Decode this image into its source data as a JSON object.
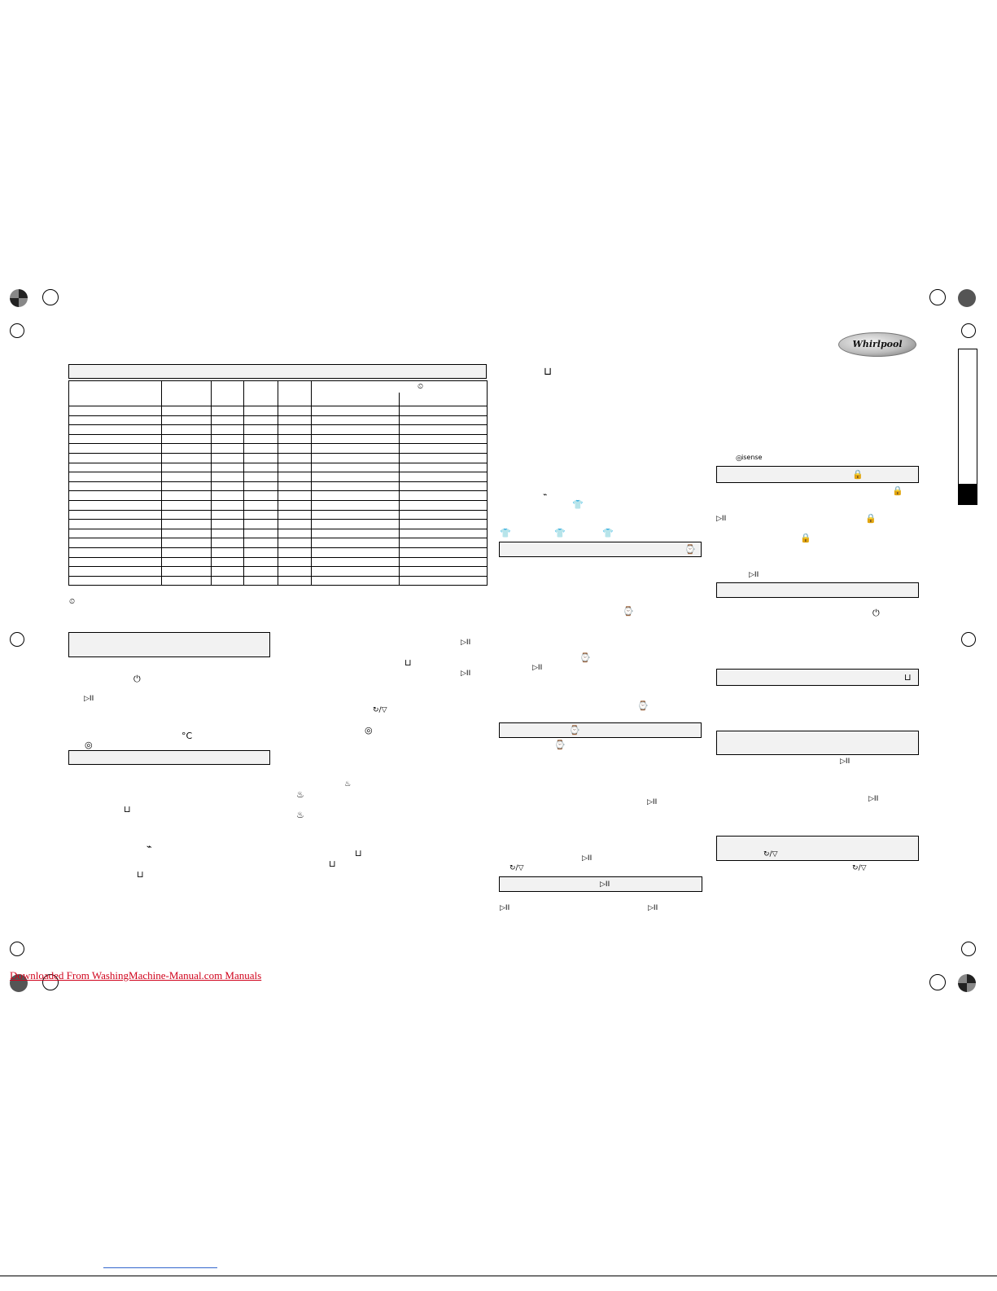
{
  "brand": {
    "logo_text": "Whirlpool"
  },
  "footer": {
    "download_link": "Downloaded From WashingMachine-Manual.com Manuals"
  },
  "table": {
    "rows": 19
  },
  "labels": {
    "isense": "isense"
  },
  "icons": {
    "power": "⏻",
    "start_pause": "▷II",
    "lock": "🔒",
    "timer": "⏲",
    "delay": "⌚",
    "celsius": "°C",
    "spin": "◎",
    "rinse_spin": "↻/▽",
    "wash_tub": "⊔",
    "iron": "⌁",
    "shirt": "👕",
    "steam": "♨"
  }
}
